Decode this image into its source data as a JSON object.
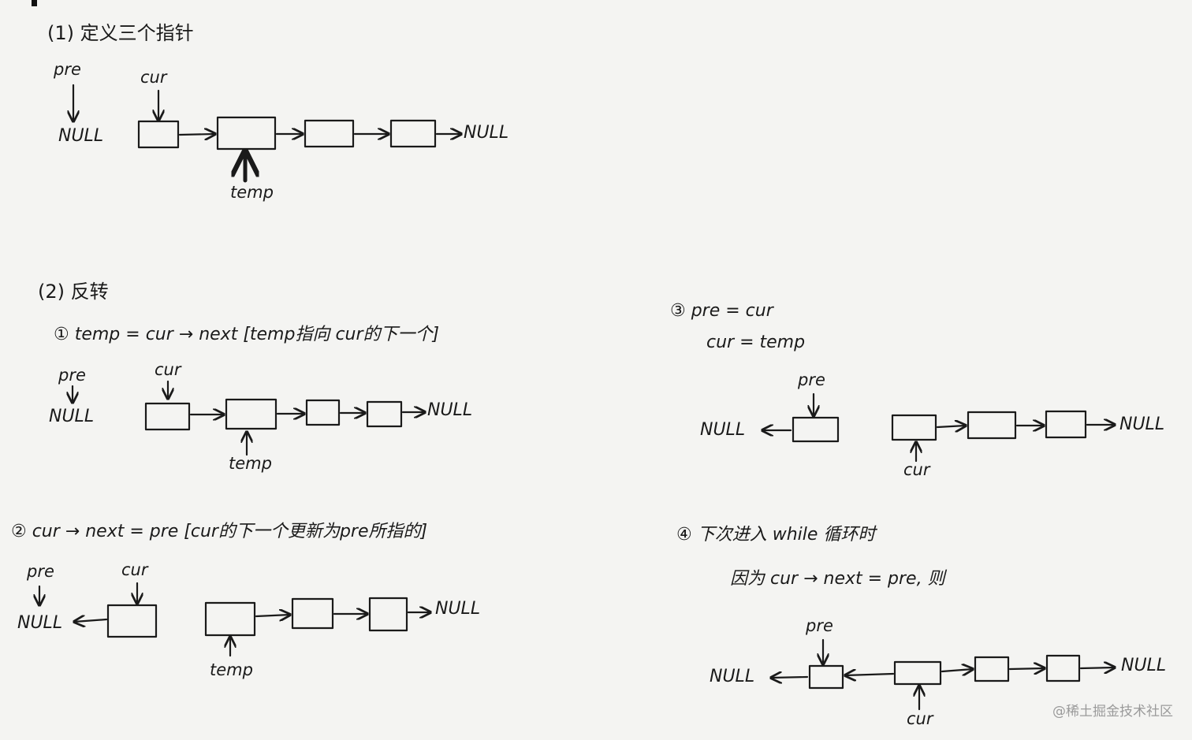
{
  "sections": {
    "s1_title": "(1) 定义三个指针",
    "s2_title": "(2) 反转",
    "step1": "① temp = cur → next [temp指向 cur的下一个]",
    "step2": "② cur → next = pre [cur的下一个更新为pre所指的]",
    "step3_line1": "③ pre = cur",
    "step3_line2": "cur = temp",
    "step4_line1": "④ 下次进入 while 循环时",
    "step4_line2": "因为 cur → next = pre, 则"
  },
  "labels": {
    "pre": "pre",
    "cur": "cur",
    "temp": "temp",
    "null": "NULL"
  },
  "watermark": "@稀土掘金技术社区",
  "colors": {
    "ink": "#1a1a1a",
    "paper": "#f4f4f2"
  }
}
